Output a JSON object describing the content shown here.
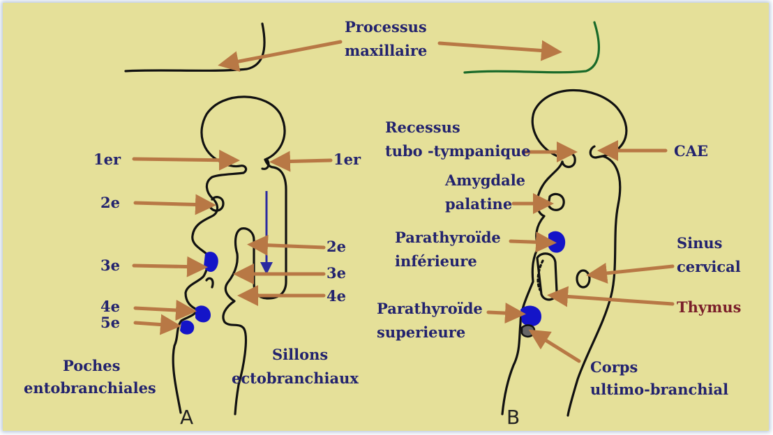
{
  "labels": {
    "processus_line1": "Processus",
    "processus_line2": "maxillaire",
    "a_1er_left": "1er",
    "a_1er_right": "1er",
    "a_2e_left": "2e",
    "a_2e_right": "2e",
    "a_3e_left": "3e",
    "a_3e_right": "3e",
    "a_4e_left": "4e",
    "a_4e_right": "4e",
    "a_5e_left": "5e",
    "poches_line1": "Poches",
    "poches_line2": "entobranchiales",
    "sillons_line1": "Sillons",
    "sillons_line2": "ectobranchiaux",
    "panel_a": "A",
    "panel_b": "B",
    "recessus_line1": "Recessus",
    "recessus_line2": "tubo -tympanique",
    "cae": "CAE",
    "amygdale_line1": "Amygdale",
    "amygdale_line2": "palatine",
    "parathyroide_inf_line1": "Parathyroïde",
    "parathyroide_inf_line2": "inférieure",
    "sinus_line1": "Sinus",
    "sinus_line2": "cervical",
    "thymus": "Thymus",
    "parathyroide_sup_line1": "Parathyroïde",
    "parathyroide_sup_line2": "superieure",
    "corps_line1": "Corps",
    "corps_line2": "ultimo-branchial"
  },
  "colors": {
    "background": "#e5e099",
    "arrow": "#b87845",
    "structure_blue": "#1414c8",
    "label_text": "#23236e",
    "outline": "#111111"
  }
}
